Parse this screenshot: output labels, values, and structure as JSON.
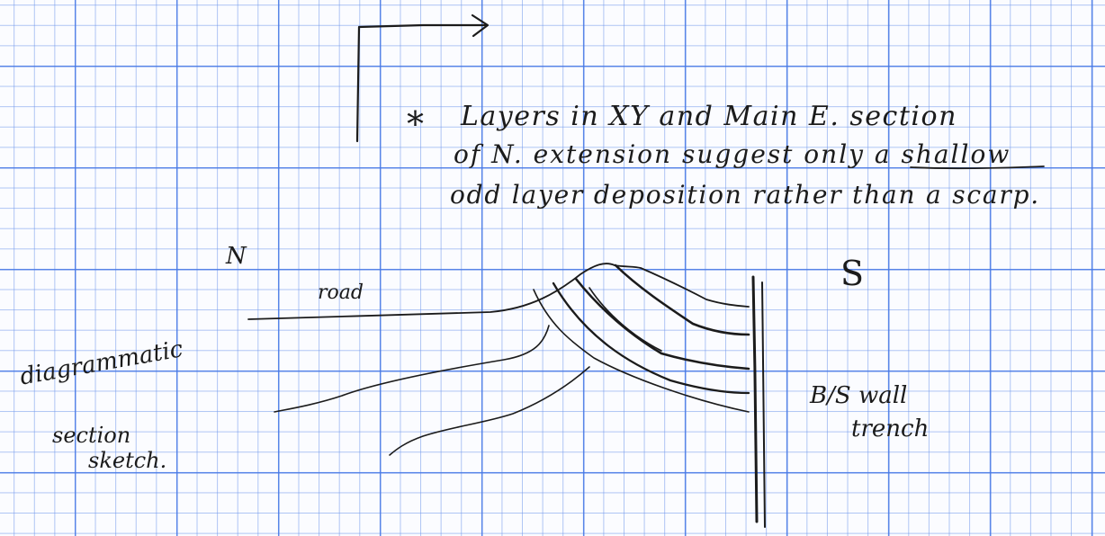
{
  "notes": {
    "star": "*",
    "line1": "Layers in XY and Main E. section",
    "line2": "of N. extension suggest only a shallow",
    "line3": "odd layer deposition rather than a scarp.",
    "emphasis_word": "shallow"
  },
  "section": {
    "north": "N",
    "south": "S",
    "road": "road",
    "side_note": [
      "diagrammatic",
      "section",
      "sketch."
    ],
    "wall_note": [
      "B/S wall",
      "trench"
    ]
  }
}
